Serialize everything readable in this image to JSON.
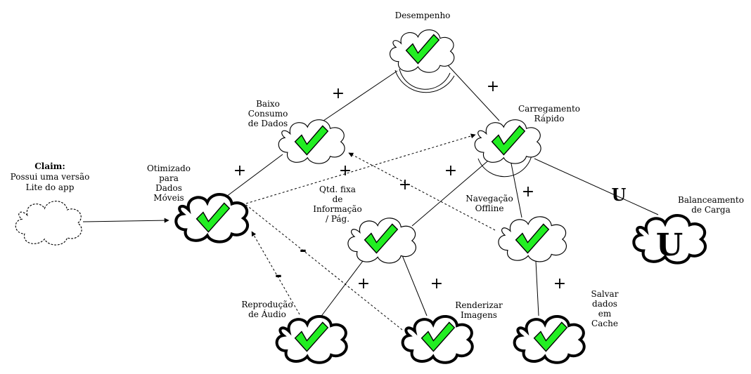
{
  "claim": {
    "title": "Claim:",
    "line1": "Possui uma versão",
    "line2": "Lite do app"
  },
  "nodes": {
    "desempenho": {
      "line1": "Desempenho"
    },
    "baixo_consumo": {
      "line1": "Baixo",
      "line2": "Consumo",
      "line3": "de Dados"
    },
    "carregamento": {
      "line1": "Carregamento",
      "line2": "Rápido"
    },
    "otimizado": {
      "line1": "Otimizado",
      "line2": "para",
      "line3": "Dados",
      "line4": "Móveis"
    },
    "qtd_fixa": {
      "line1": "Qtd. fixa",
      "line2": "de",
      "line3": "Informação",
      "line4": "/ Pág."
    },
    "navegacao": {
      "line1": "Navegação",
      "line2": "Offline"
    },
    "balanceamento": {
      "line1": "Balanceamento",
      "line2": "de Carga",
      "mark": "U"
    },
    "reproducao": {
      "line1": "Reprodução",
      "line2": "de Áudio"
    },
    "renderizar": {
      "line1": "Renderizar",
      "line2": "Imagens"
    },
    "salvar": {
      "line1": "Salvar",
      "line2": "dados",
      "line3": "em",
      "line4": "Cache"
    }
  },
  "contributions": {
    "baixo_to_desempenho": "+",
    "carregamento_to_desempenho": "+",
    "otimizado_to_baixo": "+",
    "otimizado_to_carregamento": "+",
    "qtd_to_carregamento": "+",
    "navegacao_to_carregamento": "+",
    "navegacao_to_baixo": "+",
    "balanceamento_to_carregamento": "U",
    "reproducao_to_qtd": "+",
    "renderizar_to_qtd": "+",
    "salvar_to_navegacao": "+",
    "reproducao_to_otimizado": "-",
    "renderizar_to_otimizado": "-"
  },
  "colors": {
    "check_fill": "#22ee22",
    "check_stroke": "#000000",
    "line": "#000000"
  }
}
